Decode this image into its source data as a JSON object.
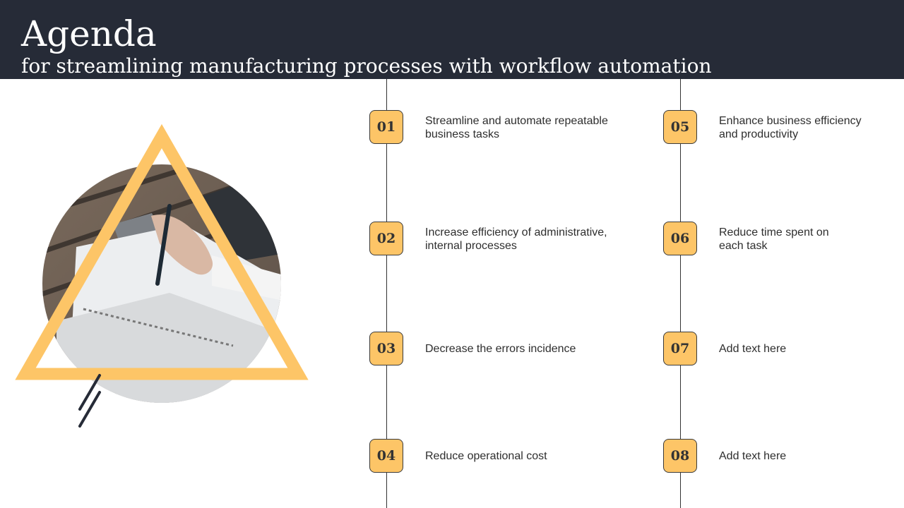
{
  "header": {
    "title": "Agenda",
    "subtitle": "for streamlining manufacturing processes with workflow automation"
  },
  "colors": {
    "header_bg": "#262b37",
    "accent": "#fdc567",
    "text": "#2e2e2e"
  },
  "agenda": {
    "left": [
      {
        "number": "01",
        "text": "Streamline and automate repeatable business tasks"
      },
      {
        "number": "02",
        "text": "Increase efficiency of administrative, internal processes"
      },
      {
        "number": "03",
        "text": "Decrease the errors incidence"
      },
      {
        "number": "04",
        "text": "Reduce operational cost"
      }
    ],
    "right": [
      {
        "number": "05",
        "text": "Enhance business efficiency and productivity"
      },
      {
        "number": "06",
        "text": "Reduce time spent on each task"
      },
      {
        "number": "07",
        "text": "Add text here"
      },
      {
        "number": "08",
        "text": "Add text here"
      }
    ]
  },
  "image": {
    "icon": "hand-writing-on-notebook-photo"
  }
}
